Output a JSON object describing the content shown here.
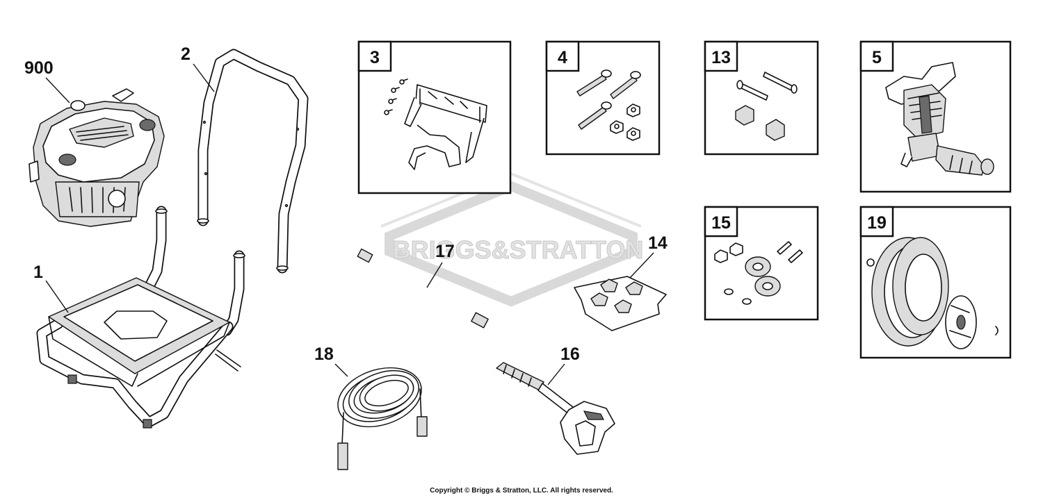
{
  "watermark": {
    "text": "BRIGGS&STRATTON",
    "color": "#d9d9d9"
  },
  "callouts": {
    "engine": "900",
    "frame": "1",
    "handle": "2",
    "hose_bracket_kit": "3",
    "handle_hardware": "4",
    "hardware_kit_13": "13",
    "pump": "5",
    "wheel_hardware": "15",
    "wheel": "19",
    "lance": "17",
    "nozzle_kit": "14",
    "high_pressure_hose": "18",
    "spray_gun": "16"
  },
  "footer": {
    "copyright": "Copyright © Briggs & Stratton, LLC. All rights reserved."
  }
}
